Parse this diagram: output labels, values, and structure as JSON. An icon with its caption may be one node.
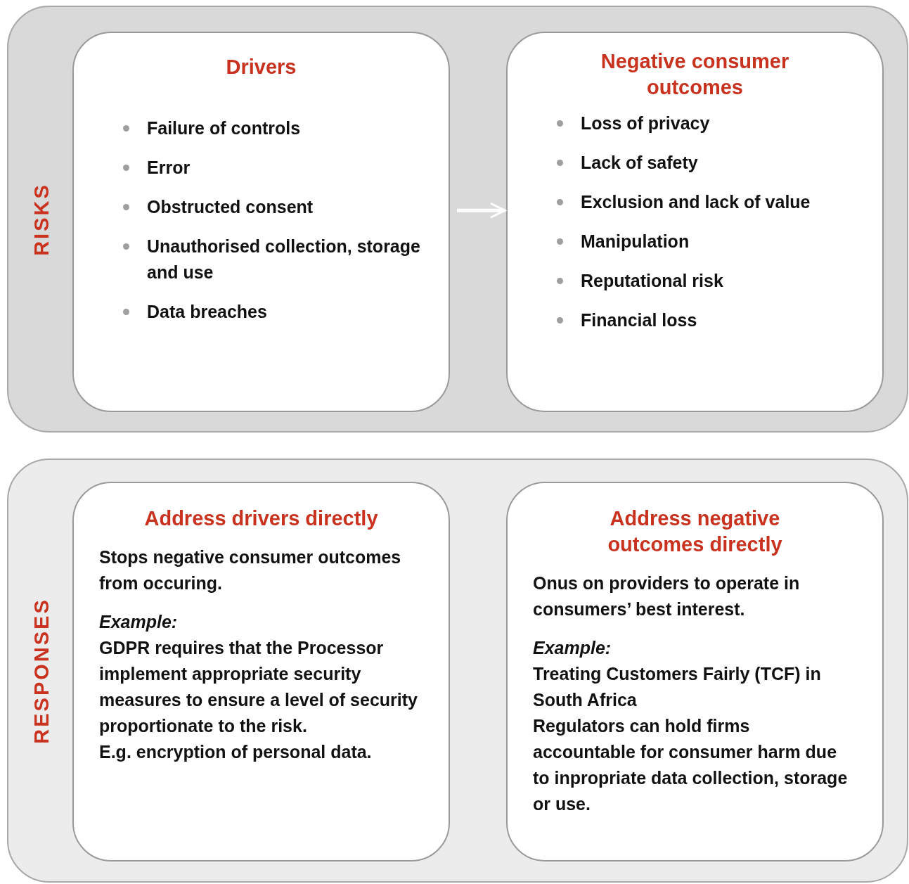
{
  "diagram": {
    "nodes": [
      {
        "text": [
          "RISKS"
        ]
      },
      {
        "text": [
          "Drivers",
          "Failure of controls",
          "Error",
          "Obstructed consent",
          "Unauthorised collection, storage and use",
          "Data breaches"
        ],
        "in": 0
      },
      {
        "text": [
          "Negative consumer outcomes",
          "Loss of privacy",
          "Lack of safety",
          "Exclusion and lack of value",
          "Manipulation",
          "Reputational risk",
          "Financial loss"
        ],
        "in": 0
      },
      {
        "text": [
          "RESPONSES"
        ]
      },
      {
        "text": [
          "Address drivers directly",
          "Stops negative consumer outcomes from occuring.",
          "Example:",
          "GDPR requires that the Processor implement appropriate security measures to ensure a level of security proportionate to the risk.",
          "E.g. encryption of personal data."
        ],
        "in": 3
      },
      {
        "text": [
          "Address negative outcomes directly",
          "Onus on providers to operate in consumers’ best interest.",
          "Example:",
          "Treating Customers Fairly (TCF) in South Africa",
          "Regulators can hold firms accountable for consumer harm due to inpropriate data collection, storage or use."
        ],
        "in": 3
      }
    ],
    "edges": [
      {
        "from": 1,
        "to": 2,
        "arrow": "to"
      }
    ]
  }
}
